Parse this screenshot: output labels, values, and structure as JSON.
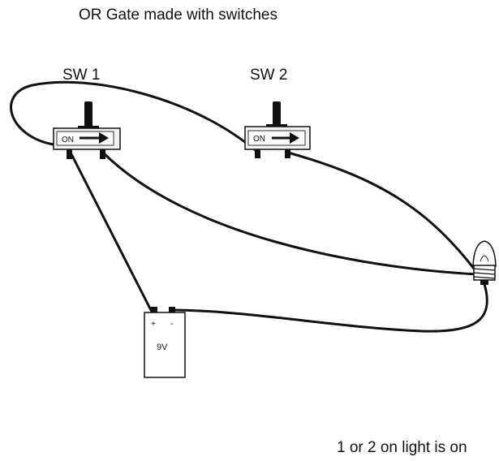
{
  "title": "OR Gate made with switches",
  "switches": [
    {
      "label": "SW 1",
      "state_text": "ON"
    },
    {
      "label": "SW 2",
      "state_text": "ON"
    }
  ],
  "battery": {
    "label": "9V",
    "plus": "+",
    "minus": "-"
  },
  "caption": "1 or  2 on light is on"
}
